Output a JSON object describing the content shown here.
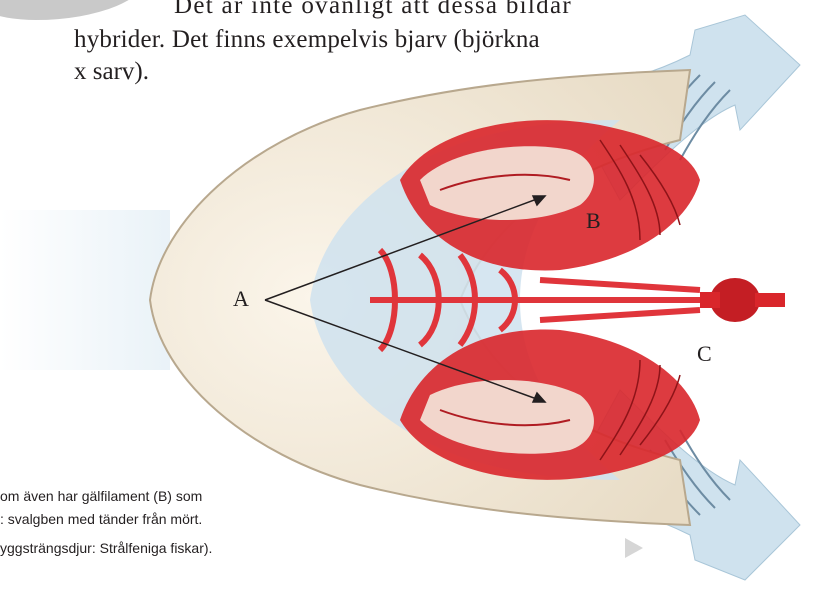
{
  "text": {
    "line1": "Det är inte ovanligt att dessa bildar",
    "line2": "hybrider. Det finns exempelvis bjarv (björkna",
    "line3": "x sarv)."
  },
  "figure": {
    "label_a": "A",
    "label_b": "B",
    "label_c": "C"
  },
  "captions": {
    "line1": "om även har gälfilament (B) som",
    "line2": ": svalgben med tänder från mört.",
    "line3": "yggsträngsdjur: Strålfeniga fiskar)."
  },
  "colors": {
    "text": "#231f20",
    "gill_red": "#d9262b",
    "water_blue": "#cfe2ee",
    "head_cream": "#f4eadb"
  }
}
